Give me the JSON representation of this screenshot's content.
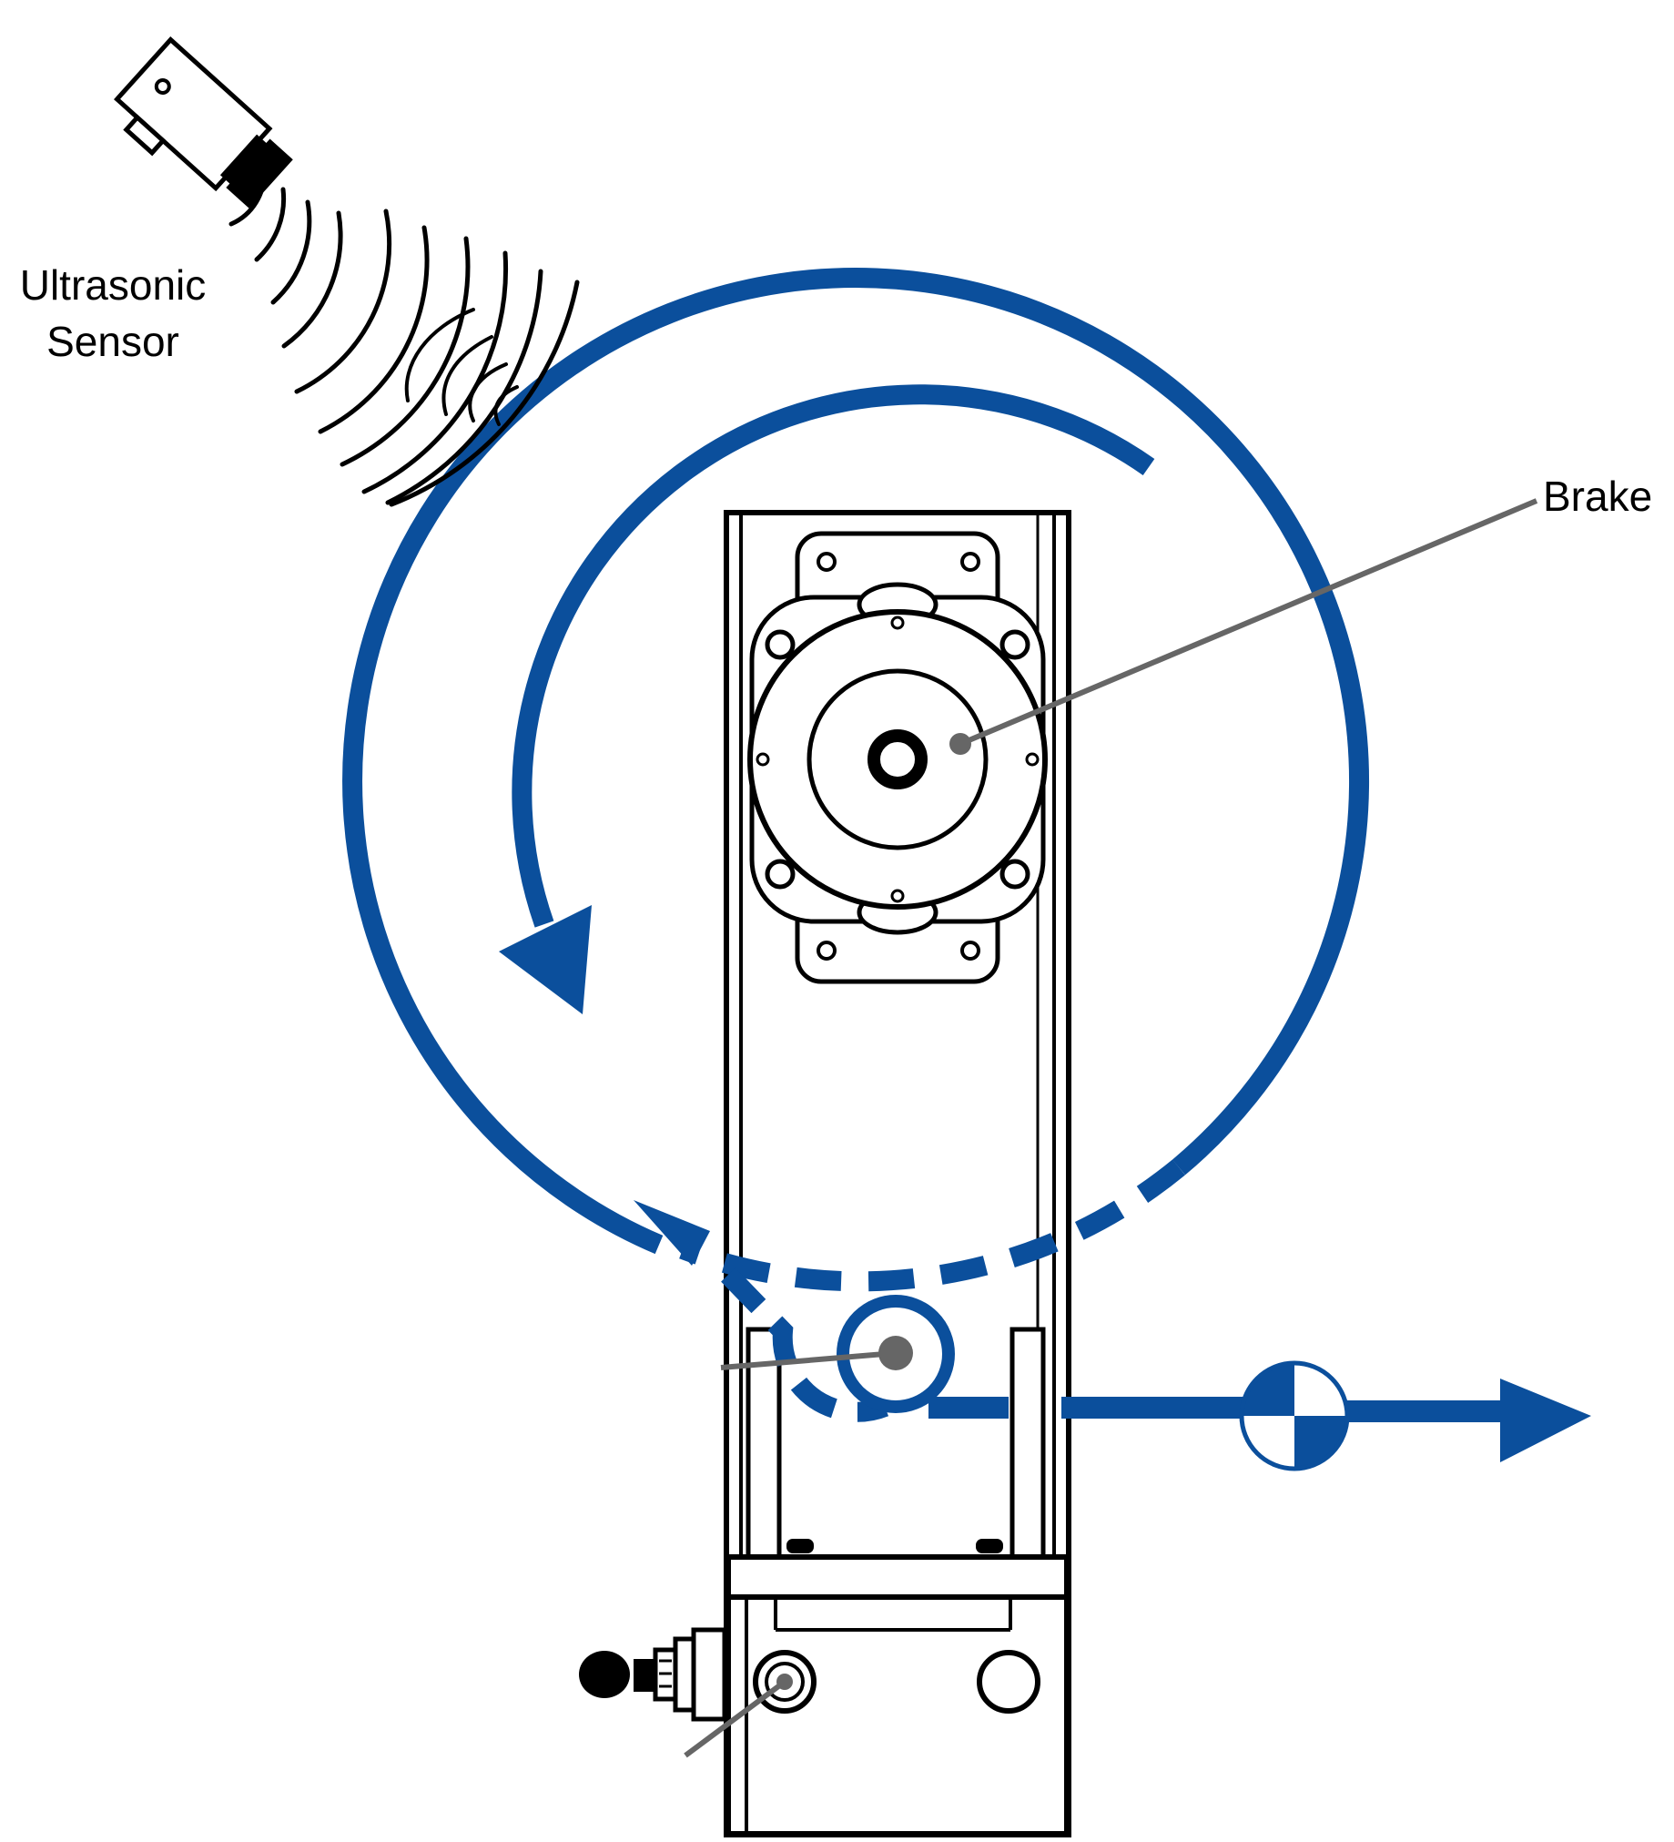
{
  "labels": {
    "sensor_line1": "Ultrasonic",
    "sensor_line2": "Sensor",
    "brake": "Brake"
  },
  "colors": {
    "accent_blue": "#0B4F9C",
    "line_black": "#000000",
    "leader_gray": "#666666"
  },
  "icons": {
    "sensor": "ultrasonic-sensor-icon",
    "center_of_mass": "center-of-mass-icon"
  }
}
